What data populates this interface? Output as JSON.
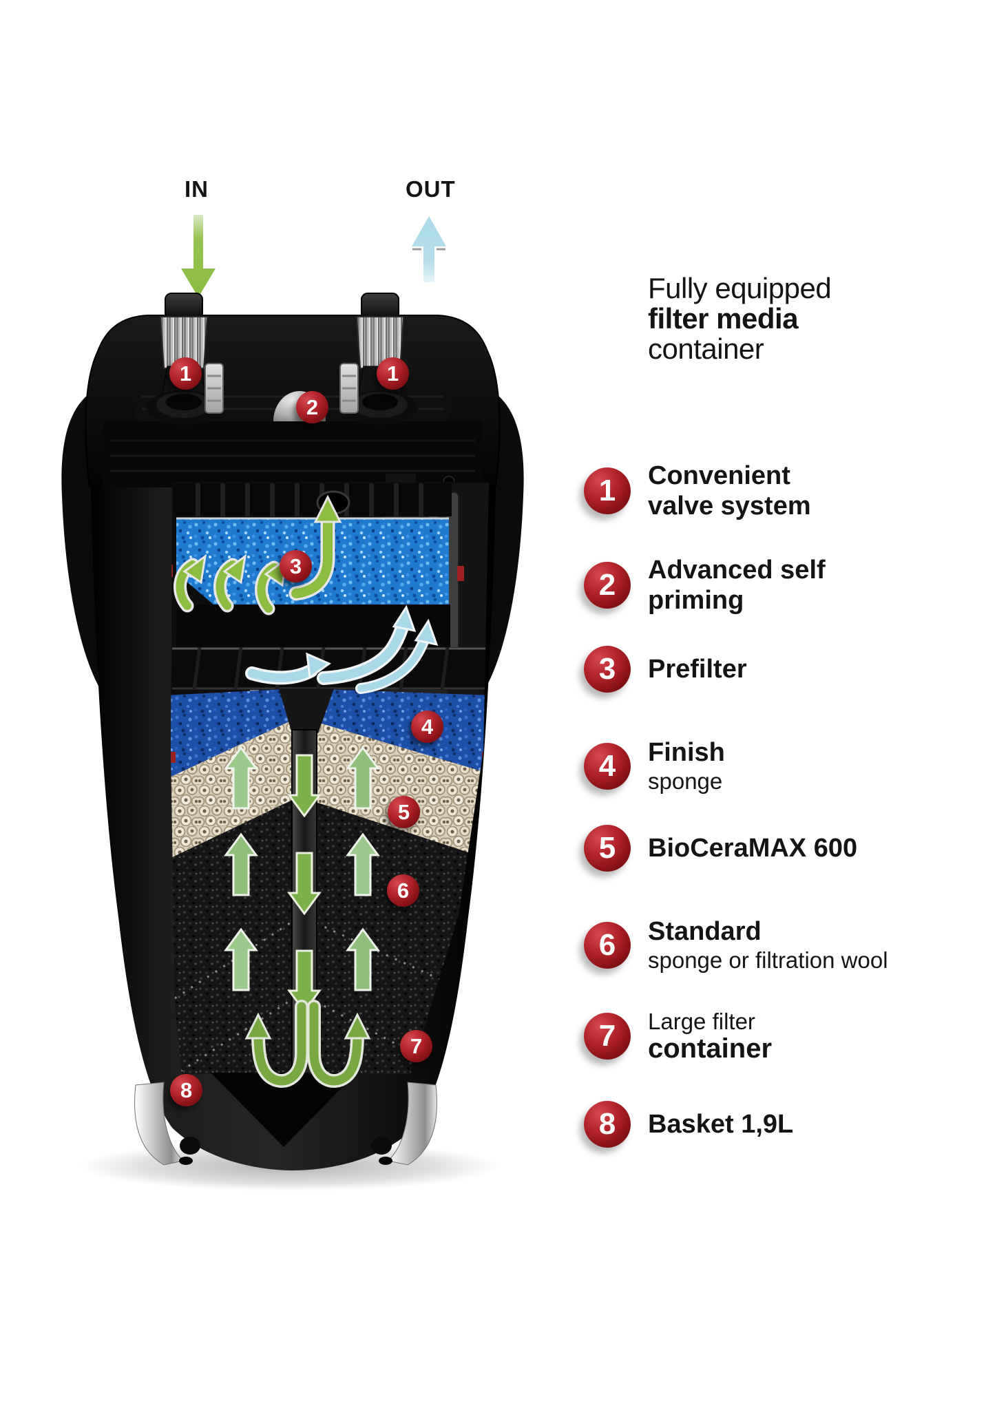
{
  "flow": {
    "in": "IN",
    "out": "OUT"
  },
  "heading": {
    "line1": "Fully equipped",
    "line2": "filter media",
    "line3": "container"
  },
  "legend": [
    {
      "number": "1",
      "line1": "Convenient",
      "line2": "valve system"
    },
    {
      "number": "2",
      "line1": "Advanced self",
      "line2": "priming"
    },
    {
      "number": "3",
      "line1": "Prefilter"
    },
    {
      "number": "4",
      "line1": "Finish",
      "line2": "sponge"
    },
    {
      "number": "5",
      "line1": "BioCeraMAX 600"
    },
    {
      "number": "6",
      "line1": "Standard",
      "line2": "sponge or filtration wool"
    },
    {
      "number": "7",
      "line1": "Large filter",
      "line2": "container"
    },
    {
      "number": "8",
      "line1": "Basket 1,9L"
    }
  ],
  "device_badges": [
    "1",
    "1",
    "2",
    "3",
    "4",
    "5",
    "6",
    "7",
    "8"
  ],
  "colors": {
    "badge_red": "#A31A1F",
    "arrow_green": "#8CBC40",
    "arrow_dark_green": "#79A843",
    "arrow_pale_green": "#9CC98C",
    "arrow_light_blue": "#A9D9E8",
    "prefilter_sponge_blue": "#1F7AD0",
    "finish_sponge_blue": "#1D4FA8",
    "ceramic_cream": "#E6DCC6",
    "body_black": "#0D0D0D"
  }
}
